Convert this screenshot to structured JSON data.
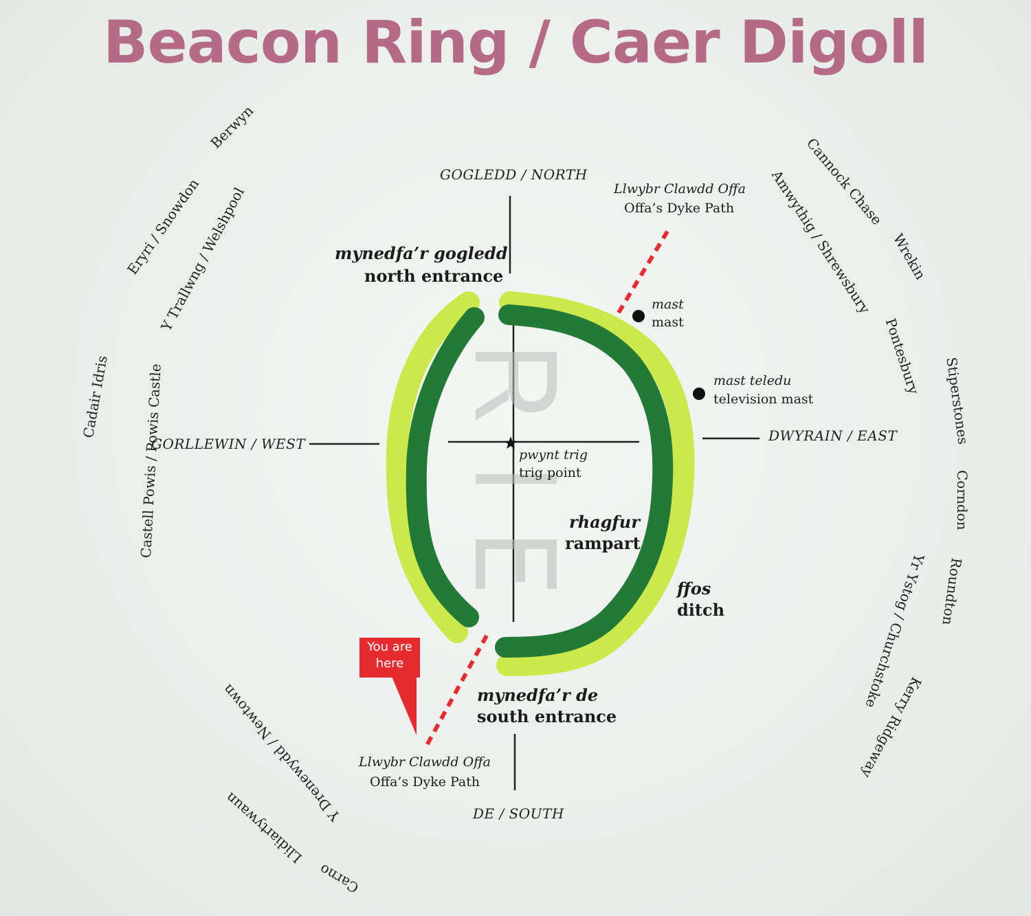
{
  "title": "Beacon Ring / Caer Digoll",
  "directions": {
    "north": "GOGLEDD / NORTH",
    "south": "DE / SOUTH",
    "east": "DWYRAIN / EAST",
    "west": "GORLLEWIN / WEST"
  },
  "features": {
    "north_entrance_cy": "mynedfa’r gogledd",
    "north_entrance_en": "north entrance",
    "south_entrance_cy": "mynedfa’r de",
    "south_entrance_en": "south entrance",
    "dyke_path_north_cy": "Llwybr Clawdd Offa",
    "dyke_path_north_en": "Offa’s Dyke Path",
    "dyke_path_south_cy": "Llwybr Clawdd Offa",
    "dyke_path_south_en": "Offa’s Dyke Path",
    "mast_cy": "mast",
    "mast_en": "mast",
    "tv_mast_cy": "mast teledu",
    "tv_mast_en": "television mast",
    "trig_cy": "pwynt trig",
    "trig_en": "trig point",
    "rampart_cy": "rhagfur",
    "rampart_en": "rampart",
    "ditch_cy": "ffos",
    "ditch_en": "ditch",
    "you_are_here_1": "You are",
    "you_are_here_2": "here",
    "watermark": "EHR"
  },
  "places": {
    "berwyn": "Berwyn",
    "eryri": "Eryri / Snowdon",
    "trallwng": "Y Trallwng / Welshpool",
    "cadair": "Cadair Idris",
    "castell": "Castell Powis / Powis Castle",
    "cannock": "Cannock Chase",
    "amwythig": "Amwythig / Shrewsbury",
    "wrekin": "Wrekin",
    "pontesbury": "Pontesbury",
    "stiperstones": "Stiperstones",
    "corndon": "Corndon",
    "roundton": "Roundton",
    "ystog": "Yr Ystog / Churchstoke",
    "kerry": "Kerry Ridgeway",
    "newtown": "Y Drenewydd / Newtown",
    "llidiart": "Llidiartywaun",
    "carno": "Carno"
  },
  "colors": {
    "title": "#b56a86",
    "rampart": "#237a36",
    "ditch": "#c8e83a",
    "path_red": "#e52b30"
  }
}
